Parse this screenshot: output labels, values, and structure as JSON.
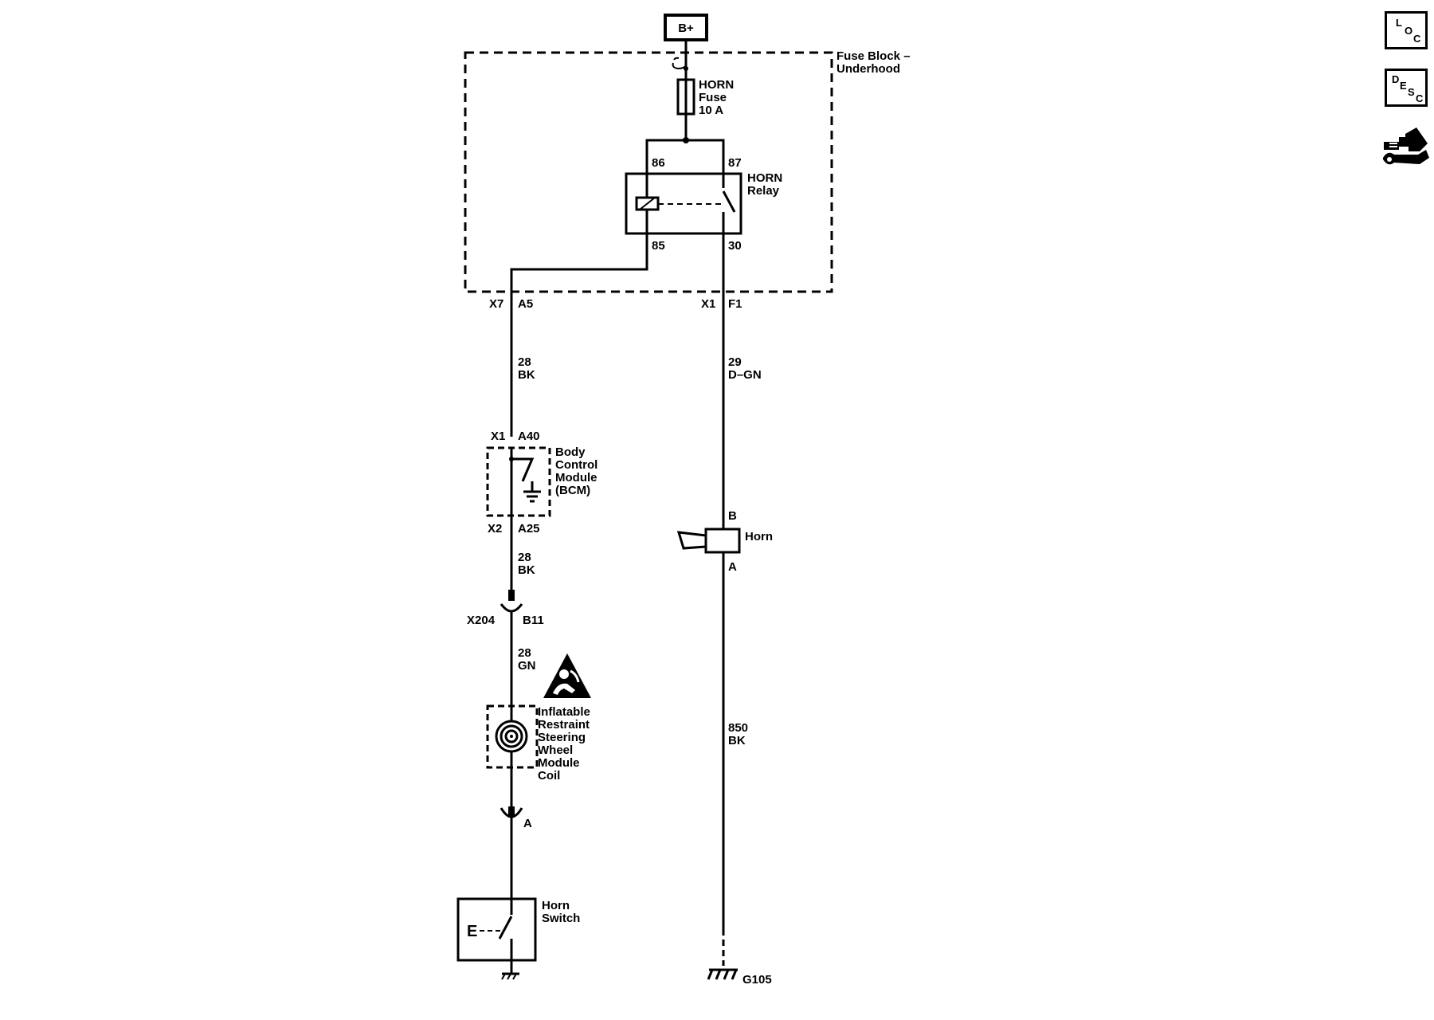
{
  "power": {
    "source": "B+"
  },
  "fuse_block": {
    "title_line1": "Fuse Block –",
    "title_line2": "Underhood"
  },
  "fuse": {
    "name": "HORN",
    "type": "Fuse",
    "rating": "10 A"
  },
  "relay": {
    "name": "HORN",
    "type": "Relay",
    "pin_86": "86",
    "pin_87": "87",
    "pin_85": "85",
    "pin_30": "30"
  },
  "connectors": {
    "fb_left": {
      "conn": "X7",
      "pin": "A5"
    },
    "fb_right": {
      "conn": "X1",
      "pin": "F1"
    },
    "bcm_top": {
      "conn": "X1",
      "pin": "A40"
    },
    "bcm_bottom": {
      "conn": "X2",
      "pin": "A25"
    },
    "inline": {
      "conn": "X204",
      "pin": "B11"
    },
    "switch_conn": {
      "pin": "A"
    }
  },
  "wires": [
    {
      "circuit": "28",
      "color": "BK"
    },
    {
      "circuit": "29",
      "color": "D–GN"
    },
    {
      "circuit": "28",
      "color": "BK"
    },
    {
      "circuit": "28",
      "color": "GN"
    },
    {
      "circuit": "850",
      "color": "BK"
    }
  ],
  "bcm": {
    "line1": "Body",
    "line2": "Control",
    "line3": "Module",
    "line4": "(BCM)"
  },
  "horn": {
    "label": "Horn",
    "pin_b": "B",
    "pin_a": "A"
  },
  "coil": {
    "line1": "Inflatable",
    "line2": "Restraint",
    "line3": "Steering",
    "line4": "Wheel",
    "line5": "Module",
    "line6": "Coil"
  },
  "horn_switch": {
    "line1": "Horn",
    "line2": "Switch",
    "glyph": "E"
  },
  "ground": {
    "label": "G105"
  },
  "side_buttons": {
    "loc": {
      "l1": "L",
      "l2": "O",
      "l3": "C"
    },
    "desc": {
      "l1": "D",
      "l2": "E",
      "l3": "S",
      "l4": "C"
    },
    "tools_icon": "wrench-connector-icon"
  }
}
